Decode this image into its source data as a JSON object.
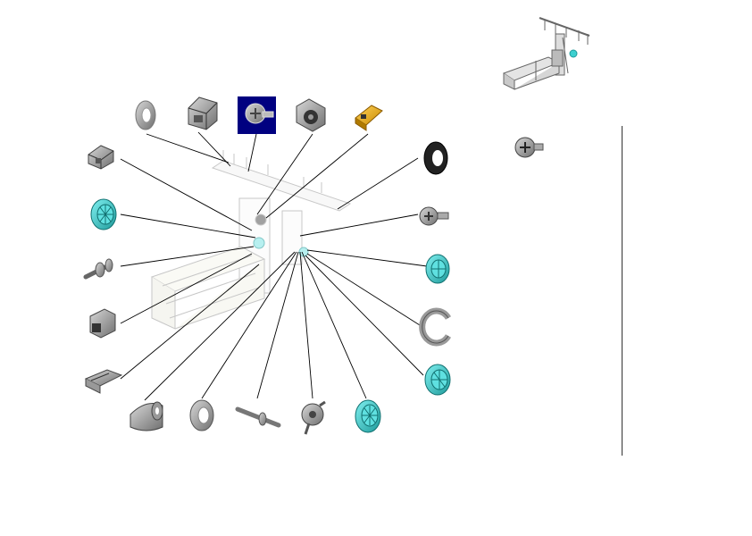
{
  "diagram": {
    "colors": {
      "accent": "#3ccfcf",
      "accent_dark": "#1f9a9a",
      "highlight": "#000080",
      "part_gray": "#8f8f8f",
      "part_dark": "#4a4a4a",
      "part_yellow": "#f5b21a",
      "line": "#000000"
    },
    "selected_part": "screw-part-top-3",
    "parts": [
      {
        "name": "washer-part-top-1",
        "icon": "washer-icon"
      },
      {
        "name": "bracket-part-top-2",
        "icon": "bracket-icon"
      },
      {
        "name": "screw-part-top-3",
        "icon": "screw-icon"
      },
      {
        "name": "motor-plate-part-top-4",
        "icon": "motor-plate-icon"
      },
      {
        "name": "connector-part-top-5",
        "icon": "connector-icon"
      },
      {
        "name": "clip-part-left-1",
        "icon": "clip-icon"
      },
      {
        "name": "gear-part-left-2",
        "icon": "gear-icon"
      },
      {
        "name": "pin-part-left-3",
        "icon": "pin-icon"
      },
      {
        "name": "holder-part-left-4",
        "icon": "holder-icon"
      },
      {
        "name": "socket-part-left-5",
        "icon": "socket-icon"
      },
      {
        "name": "roller-part-bottom-1",
        "icon": "roller-icon"
      },
      {
        "name": "ring-part-bottom-2",
        "icon": "ring-icon"
      },
      {
        "name": "shaft-part-bottom-3",
        "icon": "shaft-icon"
      },
      {
        "name": "cam-part-bottom-4",
        "icon": "cam-icon"
      },
      {
        "name": "gear-part-bottom-5",
        "icon": "gear-icon"
      },
      {
        "name": "washer-part-right-1",
        "icon": "washer-icon"
      },
      {
        "name": "screw-part-right-2",
        "icon": "screw-icon"
      },
      {
        "name": "gear-part-right-3",
        "icon": "gear-icon"
      },
      {
        "name": "e-ring-part-right-4",
        "icon": "e-ring-icon"
      },
      {
        "name": "gear-part-right-5",
        "icon": "gear-icon"
      },
      {
        "name": "screw-part-legend",
        "icon": "screw-icon"
      },
      {
        "name": "assembly-thumbnail",
        "icon": "assembly-icon"
      }
    ]
  }
}
